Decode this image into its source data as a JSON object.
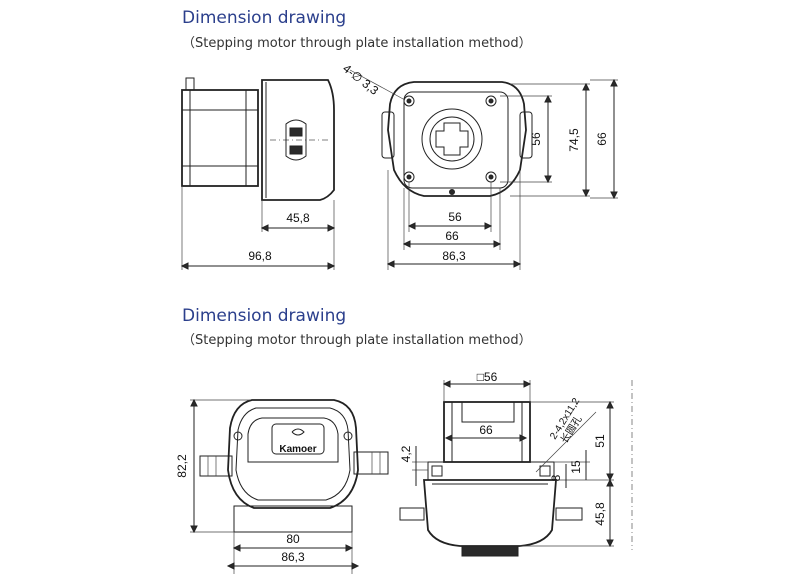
{
  "section1": {
    "title": "Dimension drawing",
    "subtitle": "（Stepping motor through plate installation method）"
  },
  "section2": {
    "title": "Dimension drawing",
    "subtitle": "（Stepping motor through plate installation method）"
  },
  "dims_top": {
    "side_width": "45,8",
    "side_total": "96,8",
    "holes": "4-∅ 3,3",
    "front_56v": "56",
    "front_745": "74,5",
    "front_66v": "66",
    "front_56h": "56",
    "front_66h": "66",
    "front_863": "86,3"
  },
  "dims_bottom": {
    "front_822": "82,2",
    "front_80": "80",
    "front_863": "86,3",
    "side_sq56": "□56",
    "side_66": "66",
    "side_42": "4,2",
    "side_slot": "2-4,2x11,2",
    "side_slot_cn": "长圆孔",
    "side_51": "51",
    "side_15": "15",
    "side_8": "8",
    "side_458": "45,8"
  },
  "logo": {
    "text": "Kamoer"
  }
}
